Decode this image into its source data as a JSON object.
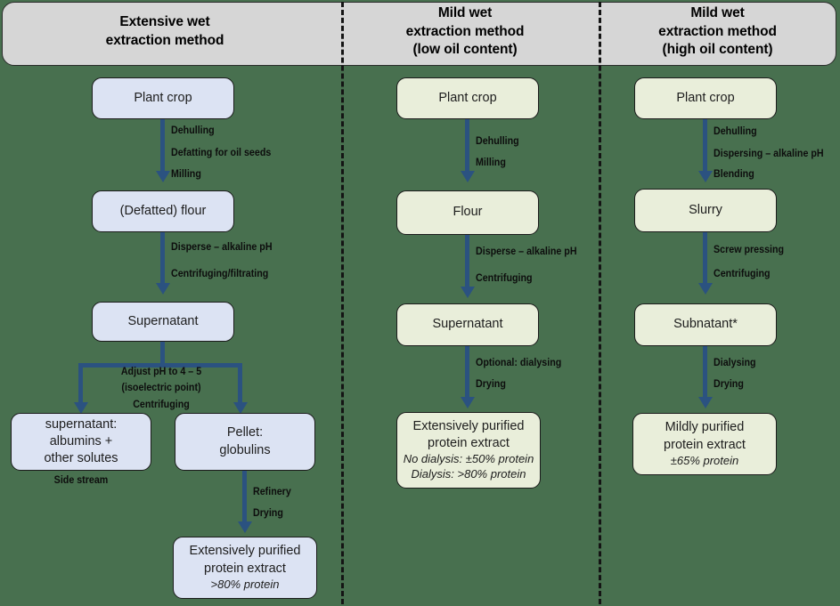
{
  "background_color": "#48704f",
  "header": {
    "background_color": "#d6d6d6",
    "columns": [
      {
        "line1": "Extensive wet",
        "line2": "extraction method",
        "line3": ""
      },
      {
        "line1": "Mild wet",
        "line2": "extraction method",
        "line3": "(low oil content)"
      },
      {
        "line1": "Mild wet",
        "line2": "extraction method",
        "line3": "(high oil content)"
      }
    ]
  },
  "columns": [
    {
      "name": "extensive-wet-extraction",
      "box_color": "#dce3f3",
      "nodes": {
        "plant_crop": "Plant crop",
        "flour": "(Defatted) flour",
        "supernatant": "Supernatant",
        "side_product_l1": "supernatant:",
        "side_product_l2": "albumins +",
        "side_product_l3": "other solutes",
        "pellet_l1": "Pellet:",
        "pellet_l2": "globulins",
        "final_l1": "Extensively purified",
        "final_l2": "protein extract",
        "final_sub": ">80% protein"
      },
      "edges": {
        "e1": [
          "Dehulling",
          "Defatting for oil seeds",
          "Milling"
        ],
        "e2": [
          "Disperse – alkaline pH",
          "Centrifuging/filtrating"
        ],
        "e3": [
          "Adjust pH to 4 – 5",
          "(isoelectric point)",
          "Centrifuging"
        ],
        "e4": [
          "Refinery",
          "Drying"
        ]
      },
      "annotations": {
        "side_stream": "Side stream"
      }
    },
    {
      "name": "mild-wet-low-oil",
      "box_color": "#e9eeda",
      "nodes": {
        "plant_crop": "Plant crop",
        "flour": "Flour",
        "supernatant": "Supernatant",
        "final_l1": "Extensively purified",
        "final_l2": "protein extract",
        "final_sub1": "No dialysis: ±50% protein",
        "final_sub2": "Dialysis: >80% protein"
      },
      "edges": {
        "e1": [
          "Dehulling",
          "Milling"
        ],
        "e2": [
          "Disperse – alkaline pH",
          "Centrifuging"
        ],
        "e3": [
          "Optional: dialysing",
          "Drying"
        ]
      }
    },
    {
      "name": "mild-wet-high-oil",
      "box_color": "#e9eeda",
      "nodes": {
        "plant_crop": "Plant crop",
        "slurry": "Slurry",
        "subnatant": "Subnatant*",
        "final_l1": "Mildly purified",
        "final_l2": "protein extract",
        "final_sub": "±65% protein"
      },
      "edges": {
        "e1": [
          "Dehulling",
          "Dispersing – alkaline pH",
          "Blending"
        ],
        "e2": [
          "Screw pressing",
          "Centrifuging"
        ],
        "e3": [
          "Dialysing",
          "Drying"
        ]
      }
    }
  ]
}
